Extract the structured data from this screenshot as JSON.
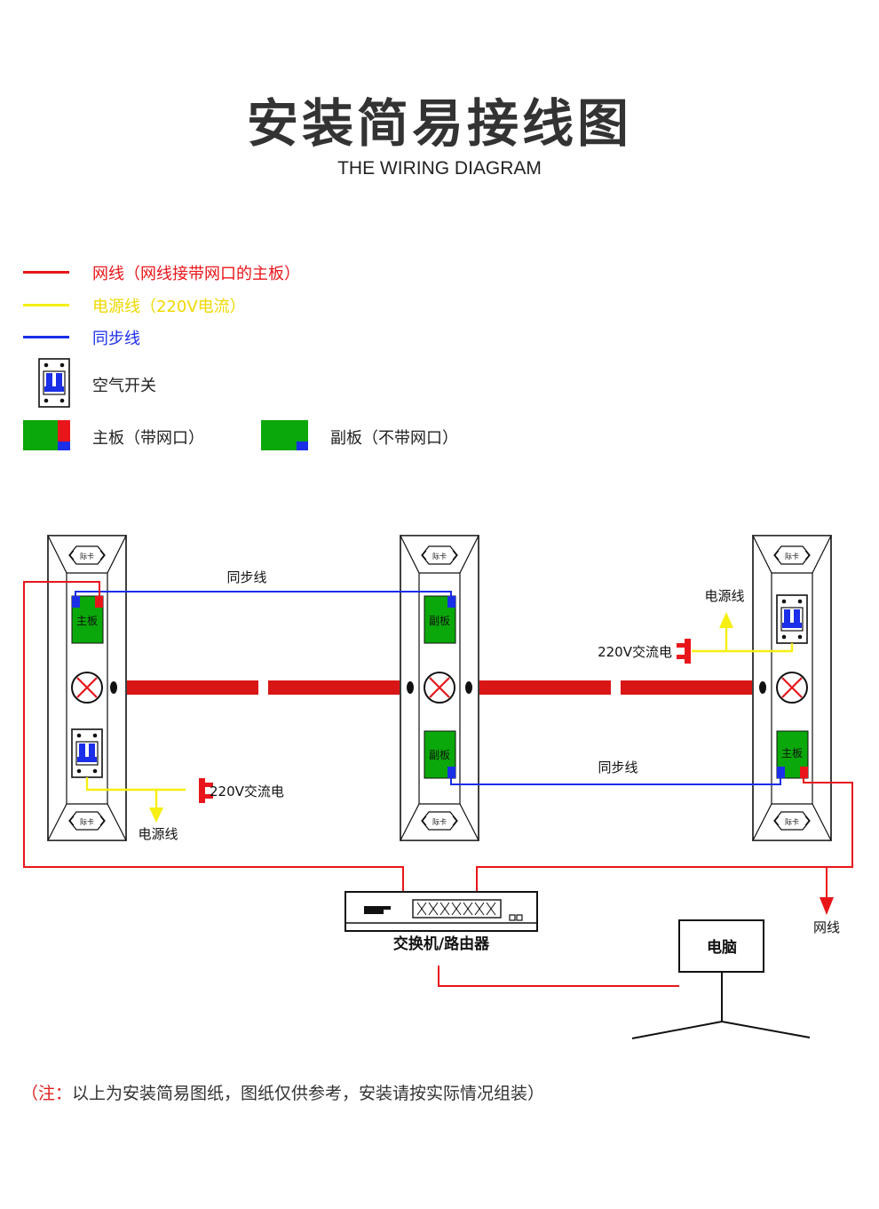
{
  "title": "安装简易接线图",
  "subtitle": "THE WIRING DIAGRAM",
  "legend": {
    "network_line": "网线（网线接带网口的主板）",
    "power_line": "电源线（220V电流）",
    "sync_line": "同步线",
    "breaker": "空气开关",
    "main_board": "主板（带网口）",
    "sub_board": "副板（不带网口）"
  },
  "colors": {
    "network": "#e8161b",
    "power": "#f6ef11",
    "sync": "#1b2ee8",
    "board": "#0aa80a"
  },
  "diagram": {
    "post_badge": "际卡",
    "left_post": {
      "board": "主板",
      "power_label": "220V交流电",
      "power_line_label": "电源线"
    },
    "middle_post": {
      "top_board": "副板",
      "bottom_board": "副板"
    },
    "right_post": {
      "board": "主板",
      "power_label": "220V交流电",
      "power_line_label": "电源线"
    },
    "sync_label_top": "同步线",
    "sync_label_bottom": "同步线",
    "network_label": "网线",
    "switch_label": "交换机/路由器",
    "computer_label": "电脑"
  },
  "note": {
    "prefix": "（注：",
    "text": "以上为安装简易图纸，图纸仅供参考，安装请按实际情况组装）"
  }
}
